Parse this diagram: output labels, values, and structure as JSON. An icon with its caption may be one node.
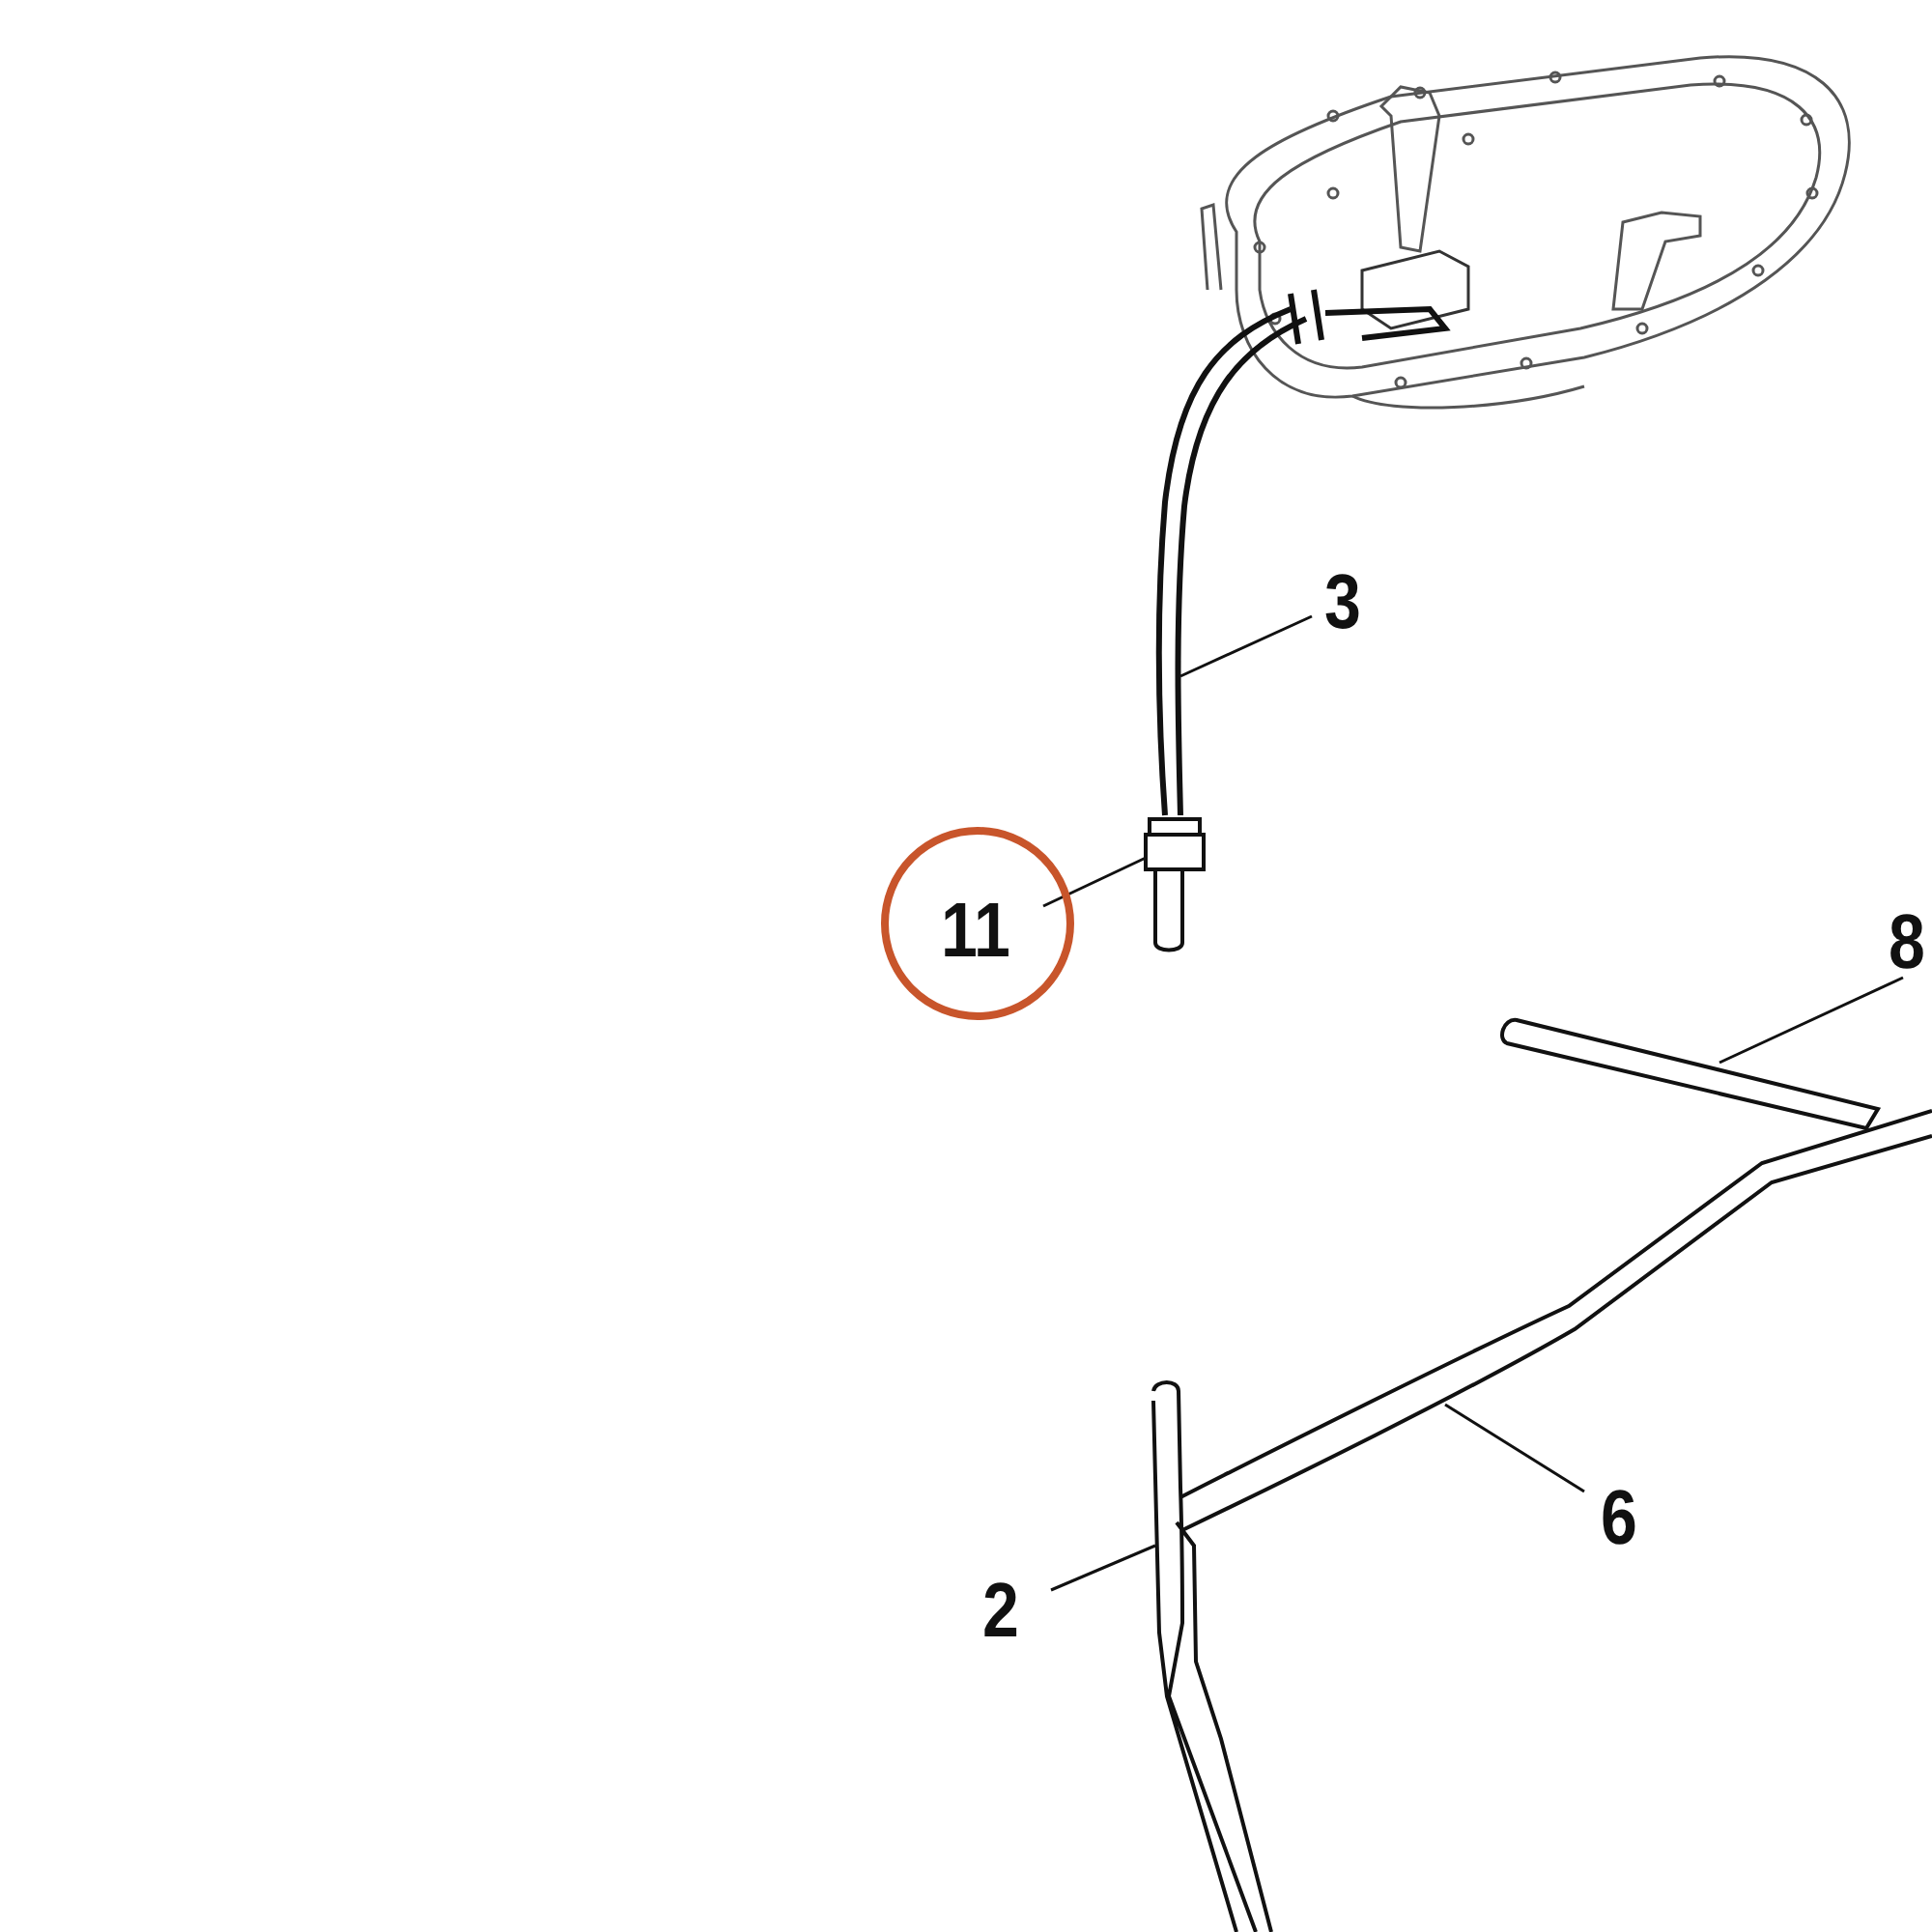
{
  "diagram": {
    "nodes": [
      {
        "text": [
          "3"
        ]
      },
      {
        "text": [],
        "shape": "picture"
      },
      {
        "text": [
          "11"
        ]
      },
      {
        "text": [],
        "shape": "picture"
      },
      {
        "text": [
          "8"
        ]
      },
      {
        "text": [],
        "shape": "picture"
      },
      {
        "text": [
          "6"
        ]
      },
      {
        "text": [],
        "shape": "picture"
      },
      {
        "text": [
          "2"
        ]
      },
      {
        "text": [],
        "shape": "picture"
      }
    ],
    "edges": [
      {
        "from": 0,
        "to": 1,
        "arrow": "none"
      },
      {
        "from": 2,
        "to": 3,
        "arrow": "none"
      },
      {
        "from": 4,
        "to": 5,
        "arrow": "none"
      },
      {
        "from": 6,
        "to": 7,
        "arrow": "none"
      },
      {
        "from": 8,
        "to": 9,
        "arrow": "none"
      }
    ]
  }
}
